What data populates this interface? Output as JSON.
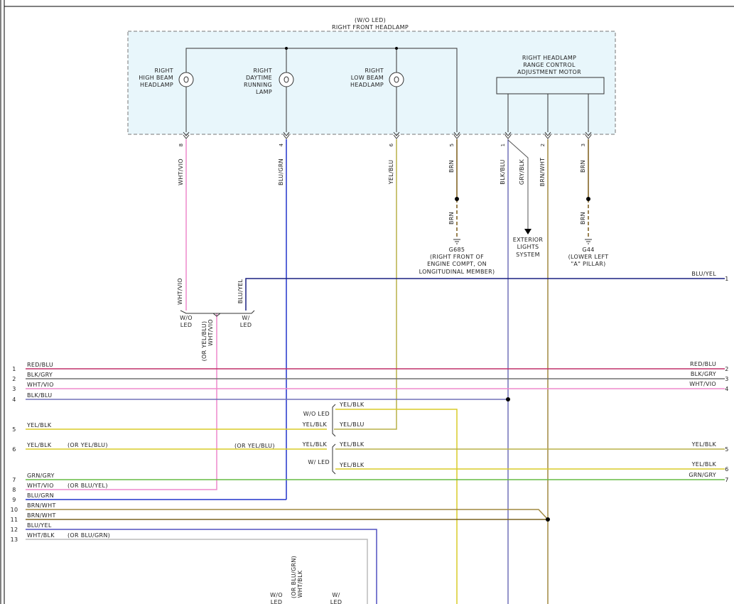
{
  "header": {
    "variant": "(W/O LED)",
    "title": "RIGHT FRONT HEADLAMP"
  },
  "lamps": {
    "high_beam": [
      "RIGHT",
      "HIGH BEAM",
      "HEADLAMP"
    ],
    "drl": [
      "RIGHT",
      "DAYTIME",
      "RUNNING",
      "LAMP"
    ],
    "low_beam": [
      "RIGHT",
      "LOW BEAM",
      "HEADLAMP"
    ],
    "motor": [
      "RIGHT HEADLAMP",
      "RANGE CONTROL",
      "ADJUSTMENT MOTOR"
    ]
  },
  "pins": {
    "p8": "8",
    "p4": "4",
    "p6": "6",
    "p5": "5",
    "p1": "1",
    "p2": "2",
    "p3": "3"
  },
  "wires": {
    "wht_vio": "WHT/VIO",
    "blu_grn": "BLU/GRN",
    "yel_blu": "YEL/BLU",
    "brn": "BRN",
    "blk_blu": "BLK/BLU",
    "gry_blk": "GRY/BLK",
    "brn_wht": "BRN/WHT",
    "blu_yel": "BLU/YEL",
    "yel_blk": "YEL/BLK"
  },
  "grounds": {
    "g685": [
      "G685",
      "(RIGHT FRONT OF",
      "ENGINE COMPT, ON",
      "LONGITUDINAL MEMBER)"
    ],
    "g44": [
      "G44",
      "(LOWER LEFT",
      "\"A\" PILLAR)"
    ]
  },
  "exterior": [
    "EXTERIOR",
    "LIGHTS",
    "SYSTEM"
  ],
  "variants": {
    "wo_led": [
      "W/O",
      "LED"
    ],
    "w_led": [
      "W/",
      "LED"
    ],
    "wo_led_inline": "W/O LED",
    "w_led_inline": "W/ LED",
    "or_yel_blu_wht_vio": [
      "(OR YEL/BLU)",
      "WHT/VIO"
    ],
    "or_blu_grn_wht_blk": [
      "(OR BLU/GRN)",
      "WHT/BLK"
    ]
  },
  "right_connector": [
    {
      "label": "BLU/YEL",
      "pin": "1"
    },
    {
      "label": "RED/BLU",
      "pin": "2"
    },
    {
      "label": "BLK/GRY",
      "pin": "3"
    },
    {
      "label": "WHT/VIO",
      "pin": "4"
    },
    {
      "label": "YEL/BLK",
      "pin": "5"
    },
    {
      "label": "YEL/BLK",
      "pin": "6"
    },
    {
      "label": "GRN/GRY",
      "pin": "7"
    }
  ],
  "left_connector": [
    {
      "pin": "1",
      "label": "RED/BLU",
      "alt": ""
    },
    {
      "pin": "2",
      "label": "BLK/GRY",
      "alt": ""
    },
    {
      "pin": "3",
      "label": "WHT/VIO",
      "alt": ""
    },
    {
      "pin": "4",
      "label": "BLK/BLU",
      "alt": ""
    },
    {
      "pin": "5",
      "label": "YEL/BLK",
      "alt": ""
    },
    {
      "pin": "6",
      "label": "YEL/BLK",
      "alt": "(OR YEL/BLU)"
    },
    {
      "pin": "7",
      "label": "GRN/GRY",
      "alt": ""
    },
    {
      "pin": "8",
      "label": "WHT/VIO",
      "alt": "(OR BLU/YEL)"
    },
    {
      "pin": "9",
      "label": "BLU/GRN",
      "alt": ""
    },
    {
      "pin": "10",
      "label": "BRN/WHT",
      "alt": ""
    },
    {
      "pin": "11",
      "label": "BRN/WHT",
      "alt": ""
    },
    {
      "pin": "12",
      "label": "BLU/YEL",
      "alt": ""
    },
    {
      "pin": "13",
      "label": "WHT/BLK",
      "alt": "(OR BLU/GRN)"
    }
  ],
  "mid_labels": {
    "or_yel_blu": "(OR YEL/BLU)",
    "yel_blk": "YEL/BLK",
    "yel_blu": "YEL/BLU"
  },
  "colors": {
    "wht_vio": "#ee88cc",
    "blu_grn": "#2233cc",
    "yel_blu": "#b8b048",
    "brn": "#7a5a18",
    "blk_blu": "#7070b8",
    "brn_wht": "#a08840",
    "blu_yel": "#1a2080",
    "red_blu": "#c0306a",
    "blk_gry": "#707070",
    "yel_blk": "#d8cc28",
    "grn_gry": "#66bb44",
    "wht_blk": "#bbbbbb",
    "blu_yel_low": "#5050c0",
    "headlamp_fill": "#e8f6fb"
  }
}
